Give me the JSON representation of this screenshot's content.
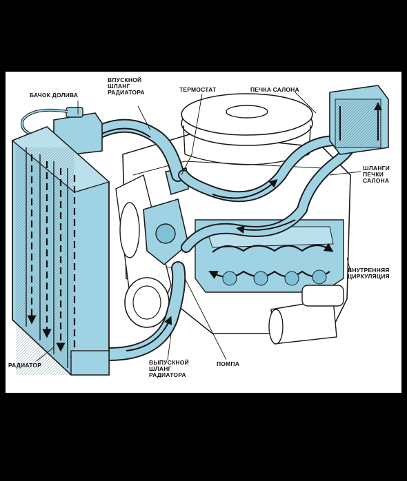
{
  "labels": {
    "tank": "БАЧОК ДОЛИВА",
    "inlet_hose": "ВПУСКНОЙ\nШЛАНГ\nРАДИАТОРА",
    "thermostat": "ТЕРМОСТАТ",
    "heater": "ПЕЧКА САЛОНА",
    "heater_hoses": "ШЛАНГИ\nПЕЧКИ\nСАЛОНА",
    "internal": "ВНУТРЕННЯЯ\nЦИРКУЛЯЦИЯ",
    "radiator": "РАДИАТОР",
    "outlet_hose": "ВЫПУСКНОЙ\nШЛАНГ\nРАДИАТОРА",
    "pump": "ПОМПА"
  },
  "colors": {
    "coolant": "#9fd3e4",
    "coolant_dark": "#5fa9c4",
    "outline": "#1c1c1c",
    "engine": "#ffffff",
    "background": "#000000"
  }
}
